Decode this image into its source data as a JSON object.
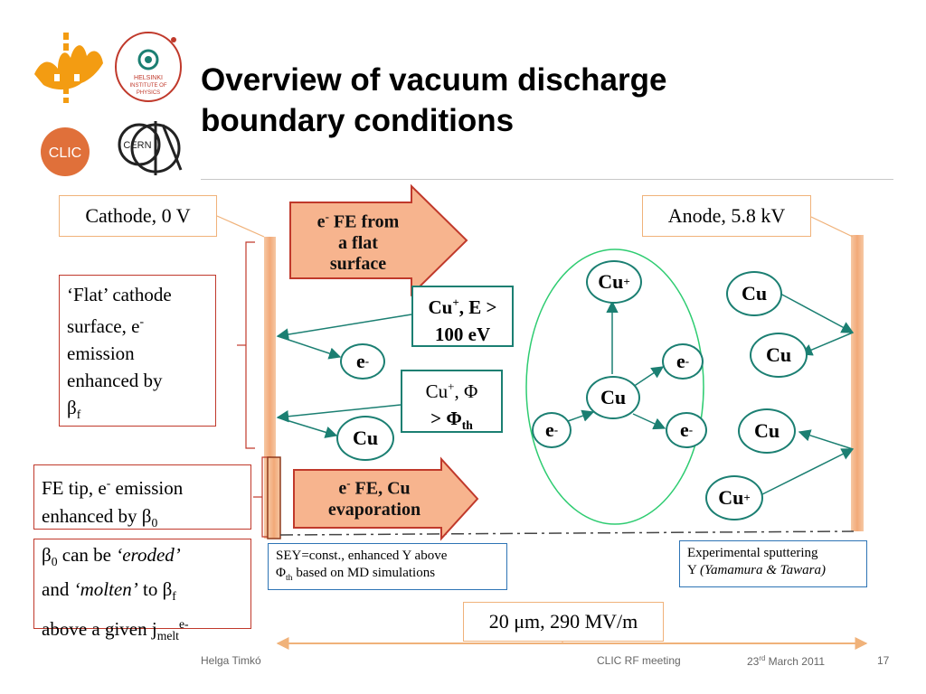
{
  "slide": {
    "title_line1": "Overview of vacuum discharge",
    "title_line2": "boundary conditions",
    "logos": {
      "helsinki_seal": "HELSINKI INSTITUTE OF PHYSICS",
      "clic": "CLIC",
      "cern": "CERN"
    }
  },
  "labels": {
    "cathode": "Cathode, 0 V",
    "anode": "Anode, 5.8 kV",
    "flat_cathode": {
      "l1": "‘Flat’ cathode",
      "l2": "surface, e",
      "l2_sup": "-",
      "l3": "emission",
      "l4": "enhanced by",
      "l5_sym": "β",
      "l5_sub": "f"
    },
    "fe_tip": {
      "l1_a": "FE tip, e",
      "l1_sup": "-",
      "l1_b": " emission",
      "l2_a": "enhanced by ",
      "l2_sym": "β",
      "l2_sub": "0"
    },
    "eroded": {
      "sym": "β",
      "sub0": "0",
      "can_be": " can be ",
      "eroded": "‘eroded’",
      "and": "and ",
      "molten": "‘molten’",
      "to": " to ",
      "sym2": "β",
      "subf": "f",
      "l3_a": "above a given j",
      "l3_sub": "melt",
      "l3_sup": "e-"
    },
    "sey": {
      "l1": "SEY=const., enhanced Y above",
      "l2_sym": "Φ",
      "l2_sub": "th",
      "l2_rest": "  based on MD simulations"
    },
    "sputter": {
      "l1": "Experimental sputtering",
      "l2_a": "Y ",
      "l2_b": "(Yamamura & Tawara)"
    },
    "scale": "20 μm, 290 MV/m"
  },
  "arrows": {
    "fe_flat": {
      "l1_a": "e",
      "l1_sup": "-",
      "l1_b": " FE from",
      "l2": "a flat",
      "l3": "surface"
    },
    "fe_cu": {
      "l1_a": "e",
      "l1_sup": "-",
      "l1_b": " FE, Cu",
      "l2": "evaporation"
    }
  },
  "ion_boxes": {
    "energy": {
      "l1_a": "Cu",
      "l1_sup": "+",
      "l1_b": ", E >",
      "l2": "100 eV"
    },
    "phi": {
      "l1_a": "Cu",
      "l1_sup": "+",
      "l1_b": ", Φ",
      "l2_a": "> Φ",
      "l2_sub": "th"
    }
  },
  "particles": {
    "e_left": {
      "base": "e",
      "sup": "-"
    },
    "cu_left": {
      "base": "Cu",
      "sup": ""
    },
    "cu_ion_top": {
      "base": "Cu",
      "sup": "+"
    },
    "cu_center": {
      "base": "Cu",
      "sup": ""
    },
    "e_right_top": {
      "base": "e",
      "sup": "-"
    },
    "e_center_left": {
      "base": "e",
      "sup": "-"
    },
    "e_right_bottom": {
      "base": "e",
      "sup": "-"
    },
    "cu_r1": {
      "base": "Cu",
      "sup": ""
    },
    "cu_r2": {
      "base": "Cu",
      "sup": ""
    },
    "cu_r3": {
      "base": "Cu",
      "sup": ""
    },
    "cu_ion_r": {
      "base": "Cu",
      "sup": "+"
    }
  },
  "footer": {
    "author": "Helga Timkó",
    "meeting": "CLIC RF meeting",
    "date_a": "23",
    "date_sup": "rd",
    "date_b": " March 2011",
    "page": "17"
  },
  "colors": {
    "electrode": "#f2b48a",
    "arrow_fill": "#f7b48e",
    "arrow_border": "#c0392b",
    "particle_border": "#1b7f72",
    "ellipse": "#2ecc71"
  }
}
